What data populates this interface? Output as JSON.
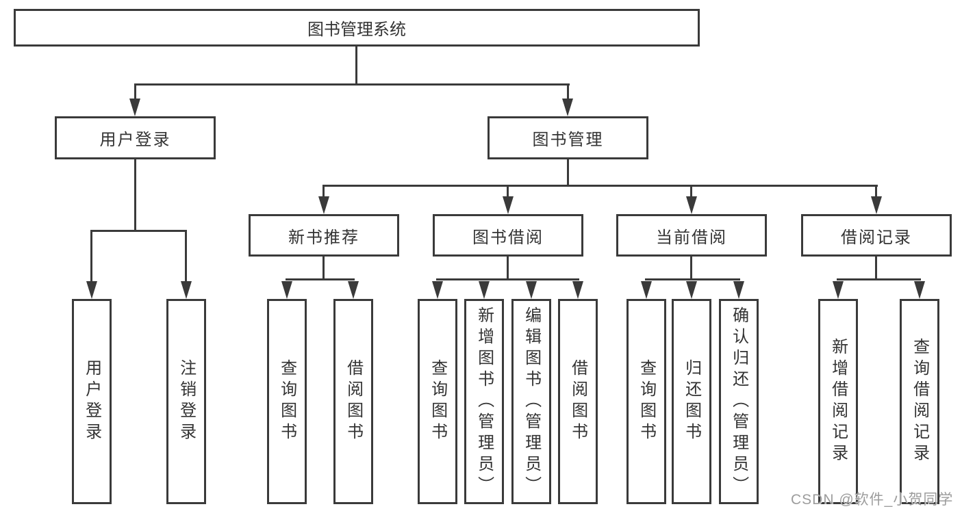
{
  "nodes": {
    "root": {
      "label": "图书管理系统"
    },
    "level2": [
      {
        "label": "用户登录"
      },
      {
        "label": "图书管理"
      }
    ],
    "level3": [
      {
        "label": "新书推荐"
      },
      {
        "label": "图书借阅"
      },
      {
        "label": "当前借阅"
      },
      {
        "label": "借阅记录"
      }
    ],
    "leaves": [
      {
        "label": "用户登录"
      },
      {
        "label": "注销登录"
      },
      {
        "label": "查询图书"
      },
      {
        "label": "借阅图书"
      },
      {
        "label": "查询图书"
      },
      {
        "label": "新增图书（管理员）"
      },
      {
        "label": "编辑图书（管理员）"
      },
      {
        "label": "借阅图书"
      },
      {
        "label": "查询图书"
      },
      {
        "label": "归还图书"
      },
      {
        "label": "确认归还（管理员）"
      },
      {
        "label": "新增借阅记录"
      },
      {
        "label": "查询借阅记录"
      }
    ]
  },
  "watermark": "CSDN @软件_小贺同学",
  "colors": {
    "line": "#3a3a3a",
    "text": "#333333",
    "watermark": "#9c9c9c",
    "background": "#ffffff"
  }
}
